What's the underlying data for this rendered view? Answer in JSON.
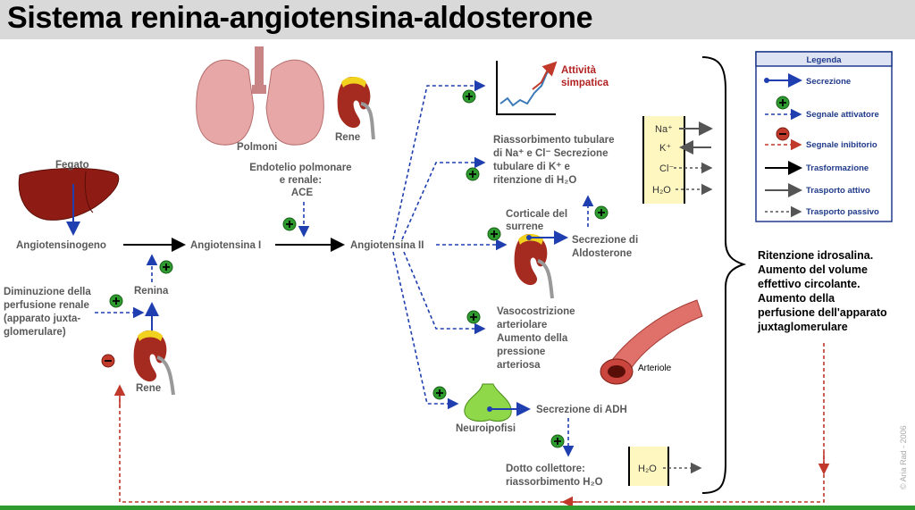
{
  "title": "Sistema renina-angiotensina-aldosterone",
  "labels": {
    "fegato": "Fegato",
    "angiotensinogeno": "Angiotensinogeno",
    "angiotensina1": "Angiotensina I",
    "angiotensina2": "Angiotensina II",
    "renina": "Renina",
    "rene_left": "Rene",
    "rene_top": "Rene",
    "polmoni": "Polmoni",
    "endotelio": [
      "Endotelio polmonare",
      "e renale:",
      "ACE"
    ],
    "diminuzione": [
      "Diminuzione della",
      "perfusione renale",
      "(apparato juxta-",
      "glomerulare)"
    ],
    "attivita": [
      "Attività",
      "simpatica"
    ],
    "riassorbimento": [
      "Riassorbimento tubulare",
      "di Na⁺ e Cl⁻ Secrezione",
      "tubulare di K⁺ e",
      "ritenzione di H₂O"
    ],
    "corticale": [
      "Corticale del",
      "surrene"
    ],
    "secrezione_aldo": [
      "Secrezione di",
      "Aldosterone"
    ],
    "vasocostrizione": [
      "Vasocostrizione",
      "arteriolare",
      "Aumento della",
      "pressione",
      "arteriosa"
    ],
    "arteriole": "Arteriole",
    "neuroipofisi": "Neuroipofisi",
    "secrezione_adh": "Secrezione di ADH",
    "dotto": [
      "Dotto collettore:",
      "riassorbimento H₂O"
    ],
    "ritenzione": [
      "Ritenzione idrosalina.",
      "Aumento del volume",
      "effettivo circolante.",
      "Aumento della",
      "perfusione dell'apparato",
      "juxtaglomerulare"
    ],
    "copyright": "© Aria Rad - 2006"
  },
  "ions_top": [
    "Na⁺",
    "K⁺",
    "Cl⁻",
    "H₂O"
  ],
  "ion_bottom": "H₂O",
  "legend": {
    "title": "Legenda",
    "items": [
      "Secrezione",
      "Segnale attivatore",
      "Segnale inibitorio",
      "Trasformazione",
      "Trasporto attivo",
      "Trasporto passivo"
    ]
  },
  "colors": {
    "secretion": "#1f3fb0",
    "activator": "#2e9b2e",
    "inhibitor": "#c0392b",
    "transformation": "#000000",
    "active_transport": "#555555",
    "membrane": "#fff7c0"
  }
}
